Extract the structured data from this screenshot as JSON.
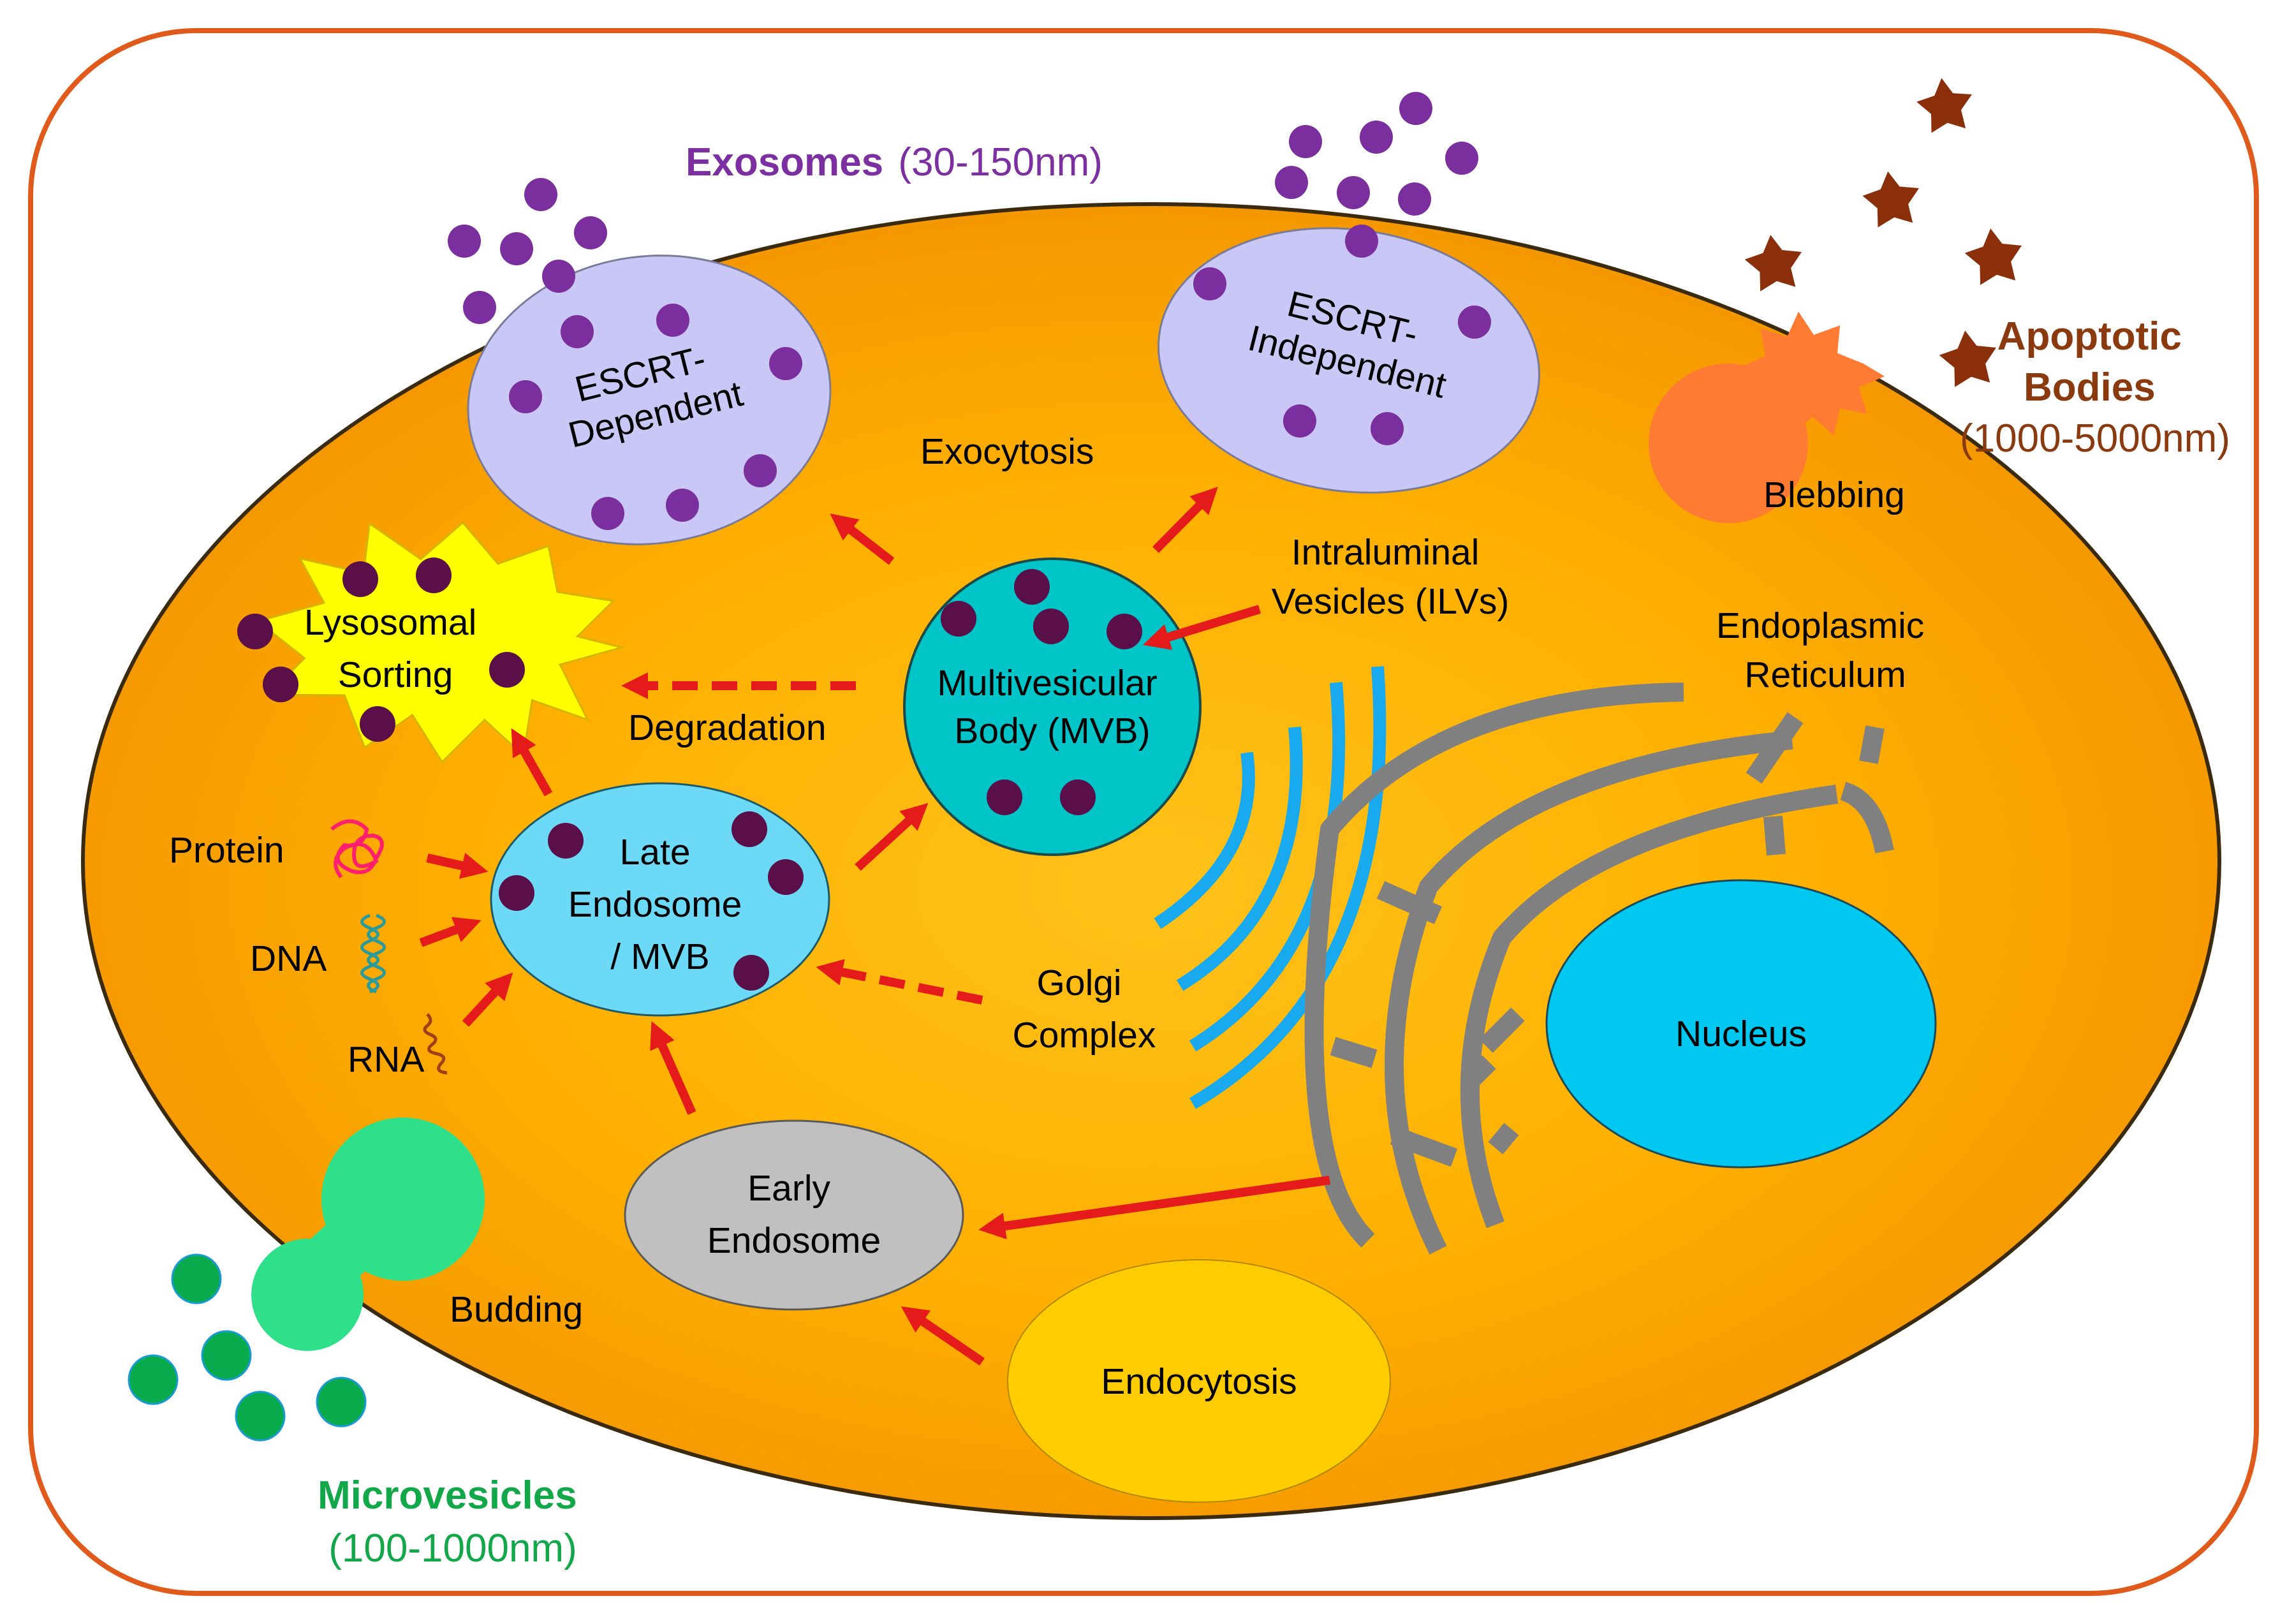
{
  "colors": {
    "frame": "#e05a1c",
    "cell_outer": "#f59a00",
    "cell_inner": "#ffc21a",
    "exosome_vesicle": "#7b2e9e",
    "escrt_body": "#c9c7f5",
    "mvb": "#00c5c8",
    "mvb_dot": "#5a0f48",
    "late_endosome": "#6cd9f7",
    "lysosome": "#ffff00",
    "early_endosome": "#c0c0c0",
    "endocytosis": "#ffcc00",
    "nucleus": "#00c8f0",
    "golgi": "#19a9ee",
    "er": "#808080",
    "arrow": "#e51a1a",
    "microvesicle": "#2ee08a",
    "microvesicle_dot": "#0aab4c",
    "apoptotic": "#8b2e0a",
    "bleb": "#ff7a33",
    "exosome_title": "#7b2fa0",
    "microvesicle_title": "#12a84a",
    "apoptotic_title": "#8b3a10"
  },
  "titles": {
    "exosomes": {
      "name": "Exosomes",
      "size": "(30-150nm)"
    },
    "microvesicles": {
      "name": "Microvesicles",
      "size": "(100-1000nm)"
    },
    "apoptotic": {
      "line1": "Apoptotic",
      "line2": "Bodies",
      "size": "(1000-5000nm)"
    }
  },
  "labels": {
    "escrt_dependent": [
      "ESCRT-",
      "Dependent"
    ],
    "escrt_independent": [
      "ESCRT-",
      "Independent"
    ],
    "exocytosis": "Exocytosis",
    "blebbing": "Blebbing",
    "ilv": [
      "Intraluminal",
      "Vesicles (ILVs)"
    ],
    "er": [
      "Endoplasmic",
      "Reticulum"
    ],
    "lysosomal": [
      "Lysosomal",
      "Sorting"
    ],
    "mvb": [
      "Multivesicular",
      "Body (MVB)"
    ],
    "degradation": "Degradation",
    "protein": "Protein",
    "dna": "DNA",
    "rna": "RNA",
    "late_endosome": [
      "Late",
      "Endosome",
      "/ MVB"
    ],
    "golgi": [
      "Golgi",
      "Complex"
    ],
    "nucleus": "Nucleus",
    "early_endosome": [
      "Early",
      "Endosome"
    ],
    "budding": "Budding",
    "endocytosis": "Endocytosis"
  },
  "icons": {
    "protein": "protein-coil-icon",
    "dna": "dna-helix-icon",
    "rna": "rna-strand-icon"
  }
}
